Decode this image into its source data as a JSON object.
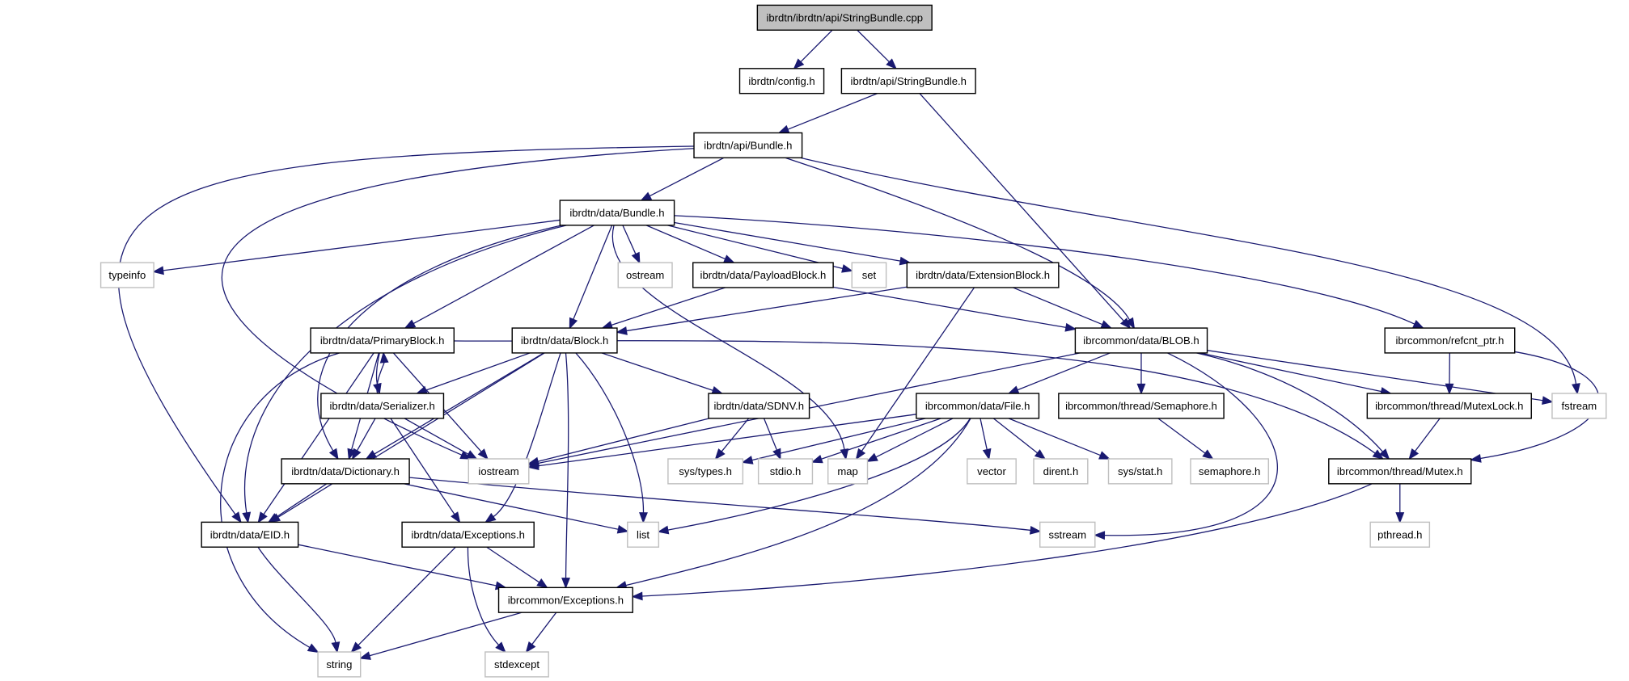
{
  "diagram": {
    "title": "ibrdtn/ibrdtn/api/StringBundle.cpp include dependency graph",
    "colors": {
      "edge": "#191970",
      "root_fill": "#bfbfbf",
      "documented_border": "#000000",
      "external_border": "#bfbfbf",
      "node_fill": "#ffffff"
    },
    "nodes": [
      {
        "id": "root",
        "label": "ibrdtn/ibrdtn/api/StringBundle.cpp",
        "kind": "root"
      },
      {
        "id": "config",
        "label": "ibrdtn/config.h",
        "kind": "doc"
      },
      {
        "id": "sbh",
        "label": "ibrdtn/api/StringBundle.h",
        "kind": "doc"
      },
      {
        "id": "apibundle",
        "label": "ibrdtn/api/Bundle.h",
        "kind": "doc"
      },
      {
        "id": "databundle",
        "label": "ibrdtn/data/Bundle.h",
        "kind": "doc"
      },
      {
        "id": "typeinfo",
        "label": "typeinfo",
        "kind": "ext"
      },
      {
        "id": "ostream",
        "label": "ostream",
        "kind": "ext"
      },
      {
        "id": "payload",
        "label": "ibrdtn/data/PayloadBlock.h",
        "kind": "doc"
      },
      {
        "id": "set",
        "label": "set",
        "kind": "ext"
      },
      {
        "id": "extblock",
        "label": "ibrdtn/data/ExtensionBlock.h",
        "kind": "doc"
      },
      {
        "id": "primary",
        "label": "ibrdtn/data/PrimaryBlock.h",
        "kind": "doc"
      },
      {
        "id": "block",
        "label": "ibrdtn/data/Block.h",
        "kind": "doc"
      },
      {
        "id": "blob",
        "label": "ibrcommon/data/BLOB.h",
        "kind": "doc"
      },
      {
        "id": "refcnt",
        "label": "ibrcommon/refcnt_ptr.h",
        "kind": "doc"
      },
      {
        "id": "serializer",
        "label": "ibrdtn/data/Serializer.h",
        "kind": "doc"
      },
      {
        "id": "sdnv",
        "label": "ibrdtn/data/SDNV.h",
        "kind": "doc"
      },
      {
        "id": "file",
        "label": "ibrcommon/data/File.h",
        "kind": "doc"
      },
      {
        "id": "semaphoreh",
        "label": "ibrcommon/thread/Semaphore.h",
        "kind": "doc"
      },
      {
        "id": "mutexlock",
        "label": "ibrcommon/thread/MutexLock.h",
        "kind": "doc"
      },
      {
        "id": "fstream",
        "label": "fstream",
        "kind": "ext"
      },
      {
        "id": "dictionary",
        "label": "ibrdtn/data/Dictionary.h",
        "kind": "doc"
      },
      {
        "id": "iostream",
        "label": "iostream",
        "kind": "ext"
      },
      {
        "id": "systypes",
        "label": "sys/types.h",
        "kind": "ext"
      },
      {
        "id": "stdio",
        "label": "stdio.h",
        "kind": "ext"
      },
      {
        "id": "map",
        "label": "map",
        "kind": "ext"
      },
      {
        "id": "vector",
        "label": "vector",
        "kind": "ext"
      },
      {
        "id": "dirent",
        "label": "dirent.h",
        "kind": "ext"
      },
      {
        "id": "sysstat",
        "label": "sys/stat.h",
        "kind": "ext"
      },
      {
        "id": "semaphore",
        "label": "semaphore.h",
        "kind": "ext"
      },
      {
        "id": "mutex",
        "label": "ibrcommon/thread/Mutex.h",
        "kind": "doc"
      },
      {
        "id": "eid",
        "label": "ibrdtn/data/EID.h",
        "kind": "doc"
      },
      {
        "id": "dataexc",
        "label": "ibrdtn/data/Exceptions.h",
        "kind": "doc"
      },
      {
        "id": "list",
        "label": "list",
        "kind": "ext"
      },
      {
        "id": "sstream",
        "label": "sstream",
        "kind": "ext"
      },
      {
        "id": "pthread",
        "label": "pthread.h",
        "kind": "ext"
      },
      {
        "id": "commonexc",
        "label": "ibrcommon/Exceptions.h",
        "kind": "doc"
      },
      {
        "id": "string",
        "label": "string",
        "kind": "ext"
      },
      {
        "id": "stdexcept",
        "label": "stdexcept",
        "kind": "ext"
      }
    ],
    "edges": [
      [
        "root",
        "config"
      ],
      [
        "root",
        "sbh"
      ],
      [
        "sbh",
        "apibundle"
      ],
      [
        "sbh",
        "blob"
      ],
      [
        "apibundle",
        "databundle"
      ],
      [
        "apibundle",
        "eid"
      ],
      [
        "apibundle",
        "iostream"
      ],
      [
        "apibundle",
        "blob"
      ],
      [
        "apibundle",
        "fstream"
      ],
      [
        "databundle",
        "typeinfo"
      ],
      [
        "databundle",
        "ostream"
      ],
      [
        "databundle",
        "payload"
      ],
      [
        "databundle",
        "set"
      ],
      [
        "databundle",
        "extblock"
      ],
      [
        "databundle",
        "primary"
      ],
      [
        "databundle",
        "block"
      ],
      [
        "databundle",
        "refcnt"
      ],
      [
        "databundle",
        "dictionary"
      ],
      [
        "databundle",
        "eid"
      ],
      [
        "databundle",
        "map"
      ],
      [
        "payload",
        "block"
      ],
      [
        "payload",
        "blob"
      ],
      [
        "extblock",
        "block"
      ],
      [
        "extblock",
        "blob"
      ],
      [
        "extblock",
        "map"
      ],
      [
        "primary",
        "serializer"
      ],
      [
        "primary",
        "dictionary"
      ],
      [
        "primary",
        "eid"
      ],
      [
        "primary",
        "iostream"
      ],
      [
        "primary",
        "string"
      ],
      [
        "primary",
        "mutex"
      ],
      [
        "block",
        "serializer"
      ],
      [
        "block",
        "sdnv"
      ],
      [
        "block",
        "dictionary"
      ],
      [
        "block",
        "eid"
      ],
      [
        "block",
        "list"
      ],
      [
        "block",
        "dataexc"
      ],
      [
        "block",
        "commonexc"
      ],
      [
        "serializer",
        "primary"
      ],
      [
        "serializer",
        "dictionary"
      ],
      [
        "serializer",
        "iostream"
      ],
      [
        "serializer",
        "dataexc"
      ],
      [
        "sdnv",
        "iostream"
      ],
      [
        "sdnv",
        "systypes"
      ],
      [
        "sdnv",
        "stdio"
      ],
      [
        "blob",
        "file"
      ],
      [
        "blob",
        "semaphoreh"
      ],
      [
        "blob",
        "mutexlock"
      ],
      [
        "blob",
        "mutex"
      ],
      [
        "blob",
        "fstream"
      ],
      [
        "blob",
        "iostream"
      ],
      [
        "blob",
        "sstream"
      ],
      [
        "refcnt",
        "mutexlock"
      ],
      [
        "refcnt",
        "mutex"
      ],
      [
        "file",
        "iostream"
      ],
      [
        "file",
        "systypes"
      ],
      [
        "file",
        "stdio"
      ],
      [
        "file",
        "map"
      ],
      [
        "file",
        "vector"
      ],
      [
        "file",
        "dirent"
      ],
      [
        "file",
        "sysstat"
      ],
      [
        "file",
        "list"
      ],
      [
        "file",
        "commonexc"
      ],
      [
        "semaphoreh",
        "semaphore"
      ],
      [
        "mutexlock",
        "mutex"
      ],
      [
        "mutex",
        "pthread"
      ],
      [
        "mutex",
        "commonexc"
      ],
      [
        "dictionary",
        "eid"
      ],
      [
        "dictionary",
        "list"
      ],
      [
        "dictionary",
        "sstream"
      ],
      [
        "eid",
        "string"
      ],
      [
        "eid",
        "commonexc"
      ],
      [
        "dataexc",
        "commonexc"
      ],
      [
        "dataexc",
        "string"
      ],
      [
        "dataexc",
        "stdexcept"
      ],
      [
        "commonexc",
        "string"
      ],
      [
        "commonexc",
        "stdexcept"
      ]
    ]
  }
}
